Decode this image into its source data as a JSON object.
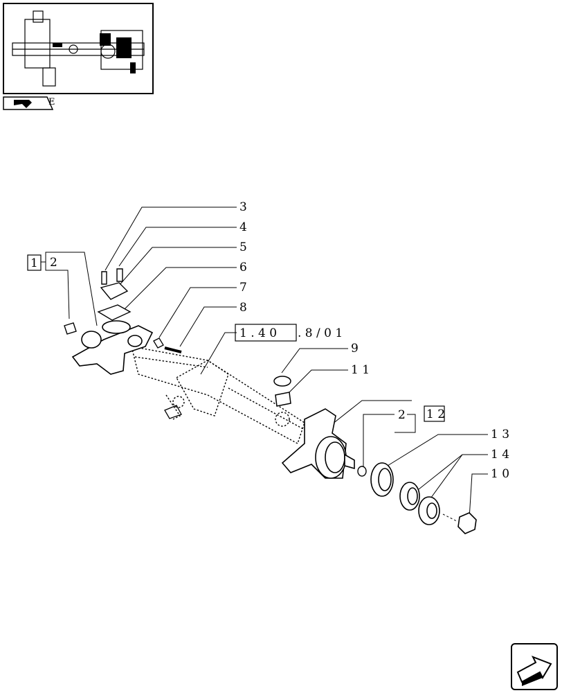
{
  "callouts": {
    "c3": "3",
    "c4": "4",
    "c5": "5",
    "c6": "6",
    "c7": "7",
    "c8": "8",
    "c9": "9",
    "c11": "1 1",
    "c13": "1 3",
    "c14": "1 4",
    "c10": "1 0",
    "c2_left": "2",
    "c2_right": "2"
  },
  "boxed_refs": {
    "left_box": "1",
    "right_box": "1 2",
    "axle_ref_box": "1 . 4 0",
    "axle_ref_tail": ". 8 / 0 1"
  },
  "thumbnail": {
    "tab_letter": "E"
  },
  "icons": [
    "axle-thumbnail-icon",
    "folder-tab-icon",
    "next-page-arrow-icon"
  ]
}
